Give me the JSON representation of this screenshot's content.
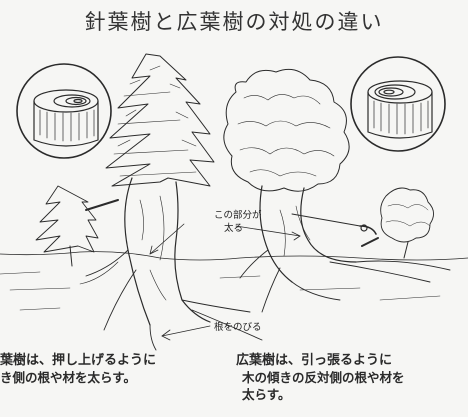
{
  "title": "針葉樹と広葉樹の対処の違い",
  "annotations": {
    "thick_part": "この部分が\n太る",
    "root_growth": "根をのびる"
  },
  "captions": {
    "conifer": {
      "line1": "葉樹は、押し上げるように",
      "line2": "き側の根や材を太らす。"
    },
    "broadleaf": {
      "line1": "広葉樹は、引っ張るように",
      "line2": "木の傾きの反対側の根や材を",
      "line3": "太らす。"
    }
  },
  "colors": {
    "ink": "#2b2b2b",
    "paper": "#f6f6f4"
  }
}
